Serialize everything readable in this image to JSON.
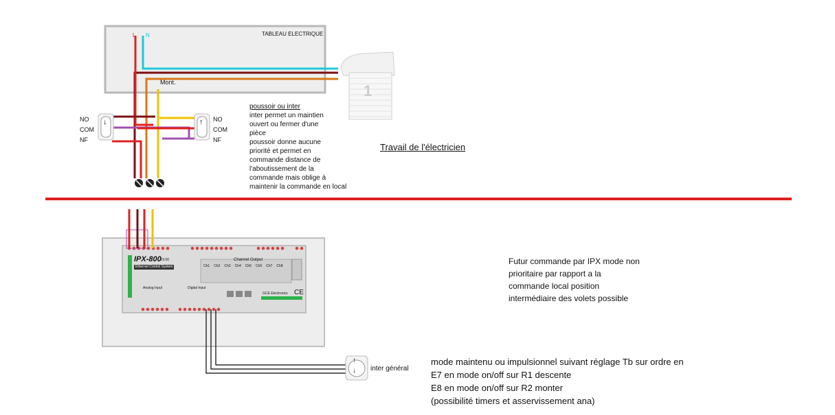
{
  "panel": {
    "title": "TABLEAU ELECTRIQUE",
    "phase_label": "L",
    "neutral_label": "N",
    "mont_label": "Mont."
  },
  "shutter": {
    "number": "1"
  },
  "switch_left": {
    "labels": [
      "NO",
      "COM",
      "NF"
    ],
    "arrow": "↓"
  },
  "switch_right": {
    "labels": [
      "NO",
      "COM",
      "NF"
    ],
    "arrow": "↑"
  },
  "note_lines": [
    "poussoir ou inter",
    "inter permet un maintien",
    "ouvert ou fermer d'une",
    "pièce",
    "poussoir donne aucune",
    "priorité et permet en",
    "commande distance de",
    "l'aboutissement de la",
    "commande mais oblige à",
    "maintenir la commande en  local"
  ],
  "electrician_title": "Travail de l'électricien",
  "ipx": {
    "model": "IPX-800",
    "version": "V3.00",
    "subtitle": "Ethernet Control System",
    "channel_output": "Channel Output",
    "channels": [
      "Ch1",
      "Ch2",
      "Ch3",
      "Ch4",
      "Ch5",
      "Ch6",
      "Ch7",
      "Ch8"
    ],
    "analog_input": "Analog Input",
    "digital_input": "Digital Input",
    "brand": "GCE Electronics",
    "ce": "CE"
  },
  "future_lines": [
    "Futur commande par IPX mode non",
    "prioritaire par rapport a la",
    "commande local position",
    "intermédiaire  des volets possible"
  ],
  "general_switch": {
    "label": "inter général",
    "arrow_up": "↑",
    "arrow_down": "↓"
  },
  "mode_lines": [
    "mode maintenu ou impulsionnel suivant réglage Tb sur ordre en",
    "E7 en mode on/off sur R1 descente",
    "E8 en mode on/off sur R2 monter",
    "(possibilité timers  et asservissement ana)"
  ],
  "colors": {
    "phase": "#e02020",
    "neutral": "#20c8d8",
    "brown": "#7a1010",
    "orange": "#d87818",
    "yellow": "#f0c000",
    "purple": "#a050b0",
    "separator": "#e02020"
  }
}
